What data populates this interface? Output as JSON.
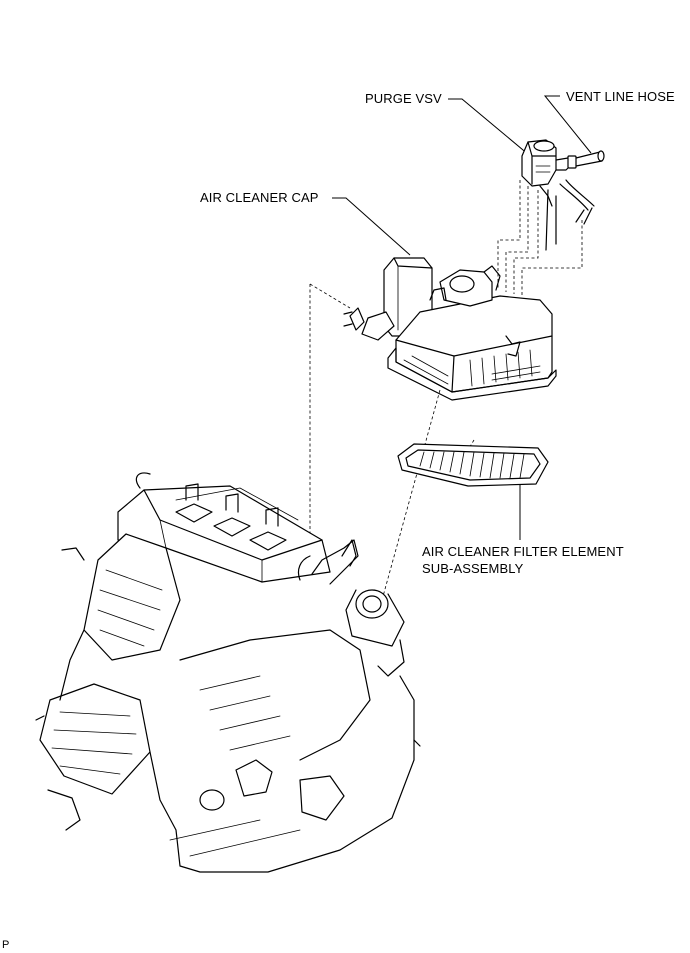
{
  "labels": {
    "purge_vsv": "PURGE VSV",
    "vent_line_hose": "VENT LINE HOSE",
    "air_cleaner_cap": "AIR CLEANER CAP",
    "filter_element_line1": "AIR CLEANER FILTER ELEMENT",
    "filter_element_line2": "SUB-ASSEMBLY"
  },
  "illustration_code": "P"
}
